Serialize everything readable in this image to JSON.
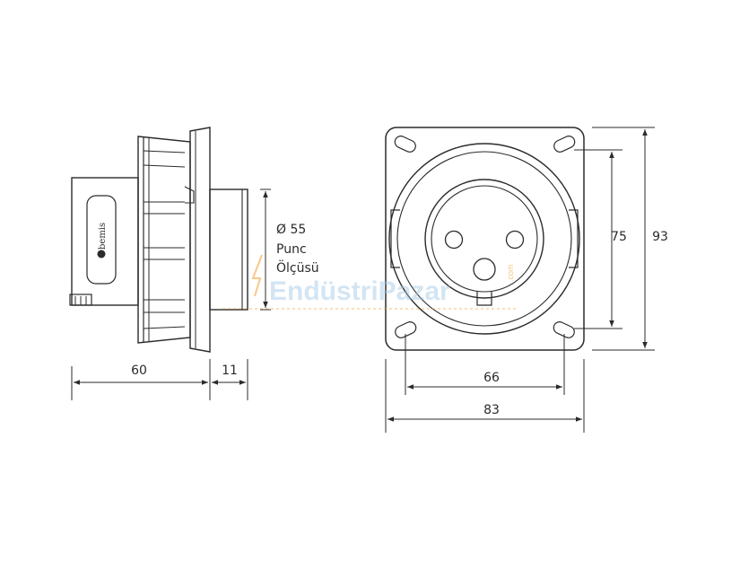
{
  "side_view": {
    "brand": "bemis",
    "diameter_label": "Ø 55",
    "punch_label_line1": "Punc",
    "punch_label_line2": "Ölçüsü",
    "width_depth": "60",
    "width_front": "11"
  },
  "front_view": {
    "hole_spacing_h": "66",
    "total_width": "83",
    "hole_spacing_v": "75",
    "total_height": "93"
  },
  "watermark": {
    "text": "EndüstriPazar",
    "suffix": ".com"
  },
  "colors": {
    "line": "#2b2b2b",
    "watermark_blue": "#9fc7e6",
    "watermark_orange": "#f2a43a"
  }
}
